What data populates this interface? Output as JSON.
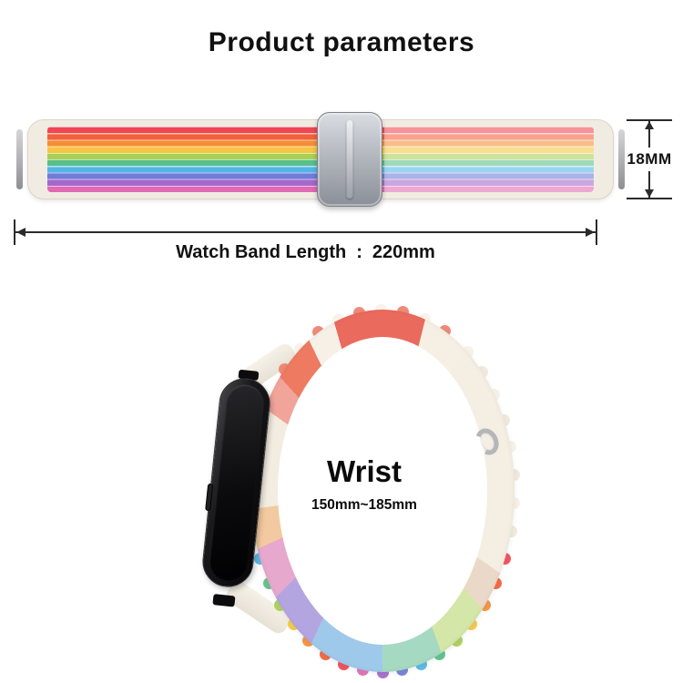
{
  "title": "Product parameters",
  "band": {
    "width_label": "18MM",
    "length_label": "Watch Band Length",
    "length_separator": ":",
    "length_value": "220mm",
    "stripe_colors": [
      "#ef4655",
      "#f2603c",
      "#f58d38",
      "#f6c542",
      "#a9cf54",
      "#58bf86",
      "#52b5e6",
      "#6f7cd8",
      "#a468cc",
      "#e06ab4"
    ],
    "strap_base_color": "#f1ece2",
    "buckle_color": "#b4b8bf"
  },
  "wrist": {
    "label": "Wrist",
    "range": "150mm~185mm"
  }
}
